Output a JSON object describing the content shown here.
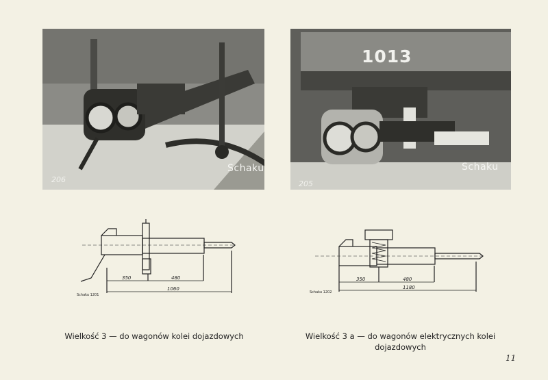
{
  "photos": [
    {
      "number": "206",
      "signature": "Schaku"
    },
    {
      "number": "205",
      "signature": "Schaku",
      "car_number": "1013"
    }
  ],
  "drawings": [
    {
      "dimensions": [
        "350",
        "480",
        "1060"
      ],
      "code": "Schaku 1201"
    },
    {
      "dimensions": [
        "350",
        "480",
        "1180"
      ],
      "code": "Schaku 1202"
    }
  ],
  "captions": [
    "Wielkość 3 — do wagonów kolei dojazdowych",
    "Wielkość 3 a — do wagonów elektrycznych kolei dojazdowych"
  ],
  "page_number": "11"
}
